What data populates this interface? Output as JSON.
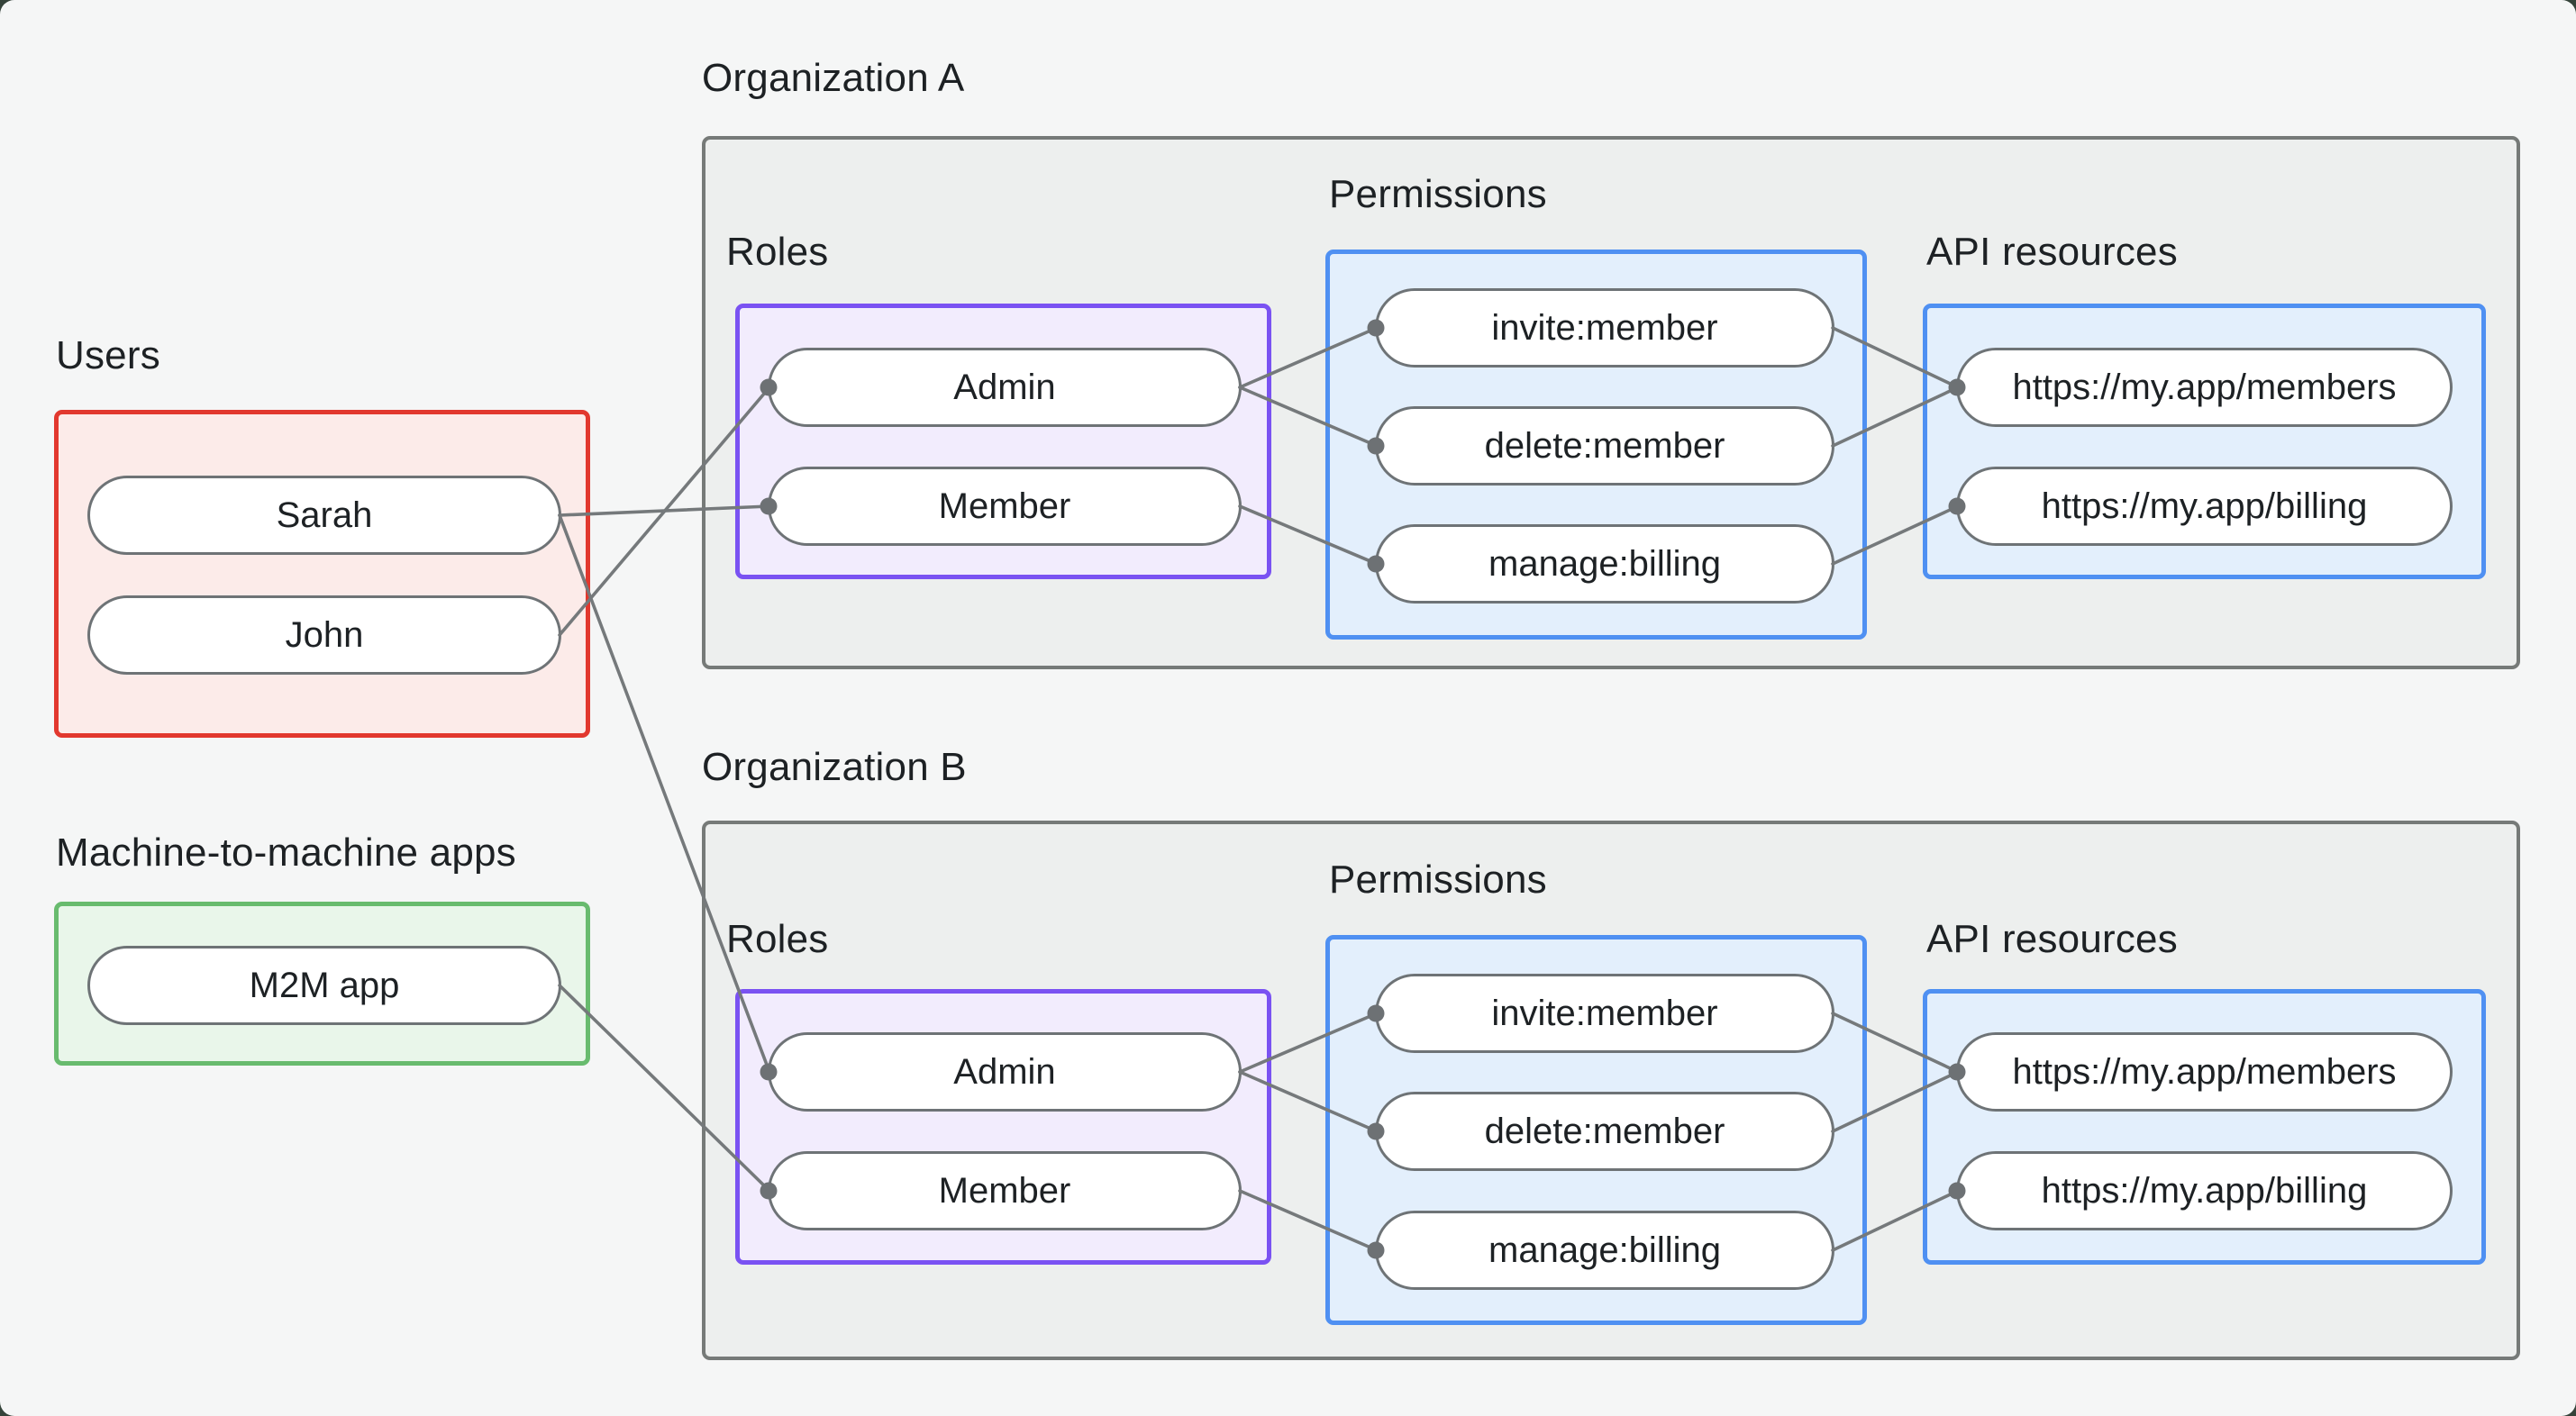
{
  "colors": {
    "bg": "#f5f6f6",
    "outside": "#35433a",
    "text": "#1d2124",
    "org_fill": "#edefee",
    "org_border": "#767a78",
    "users_fill": "#fcebe9",
    "users_border": "#e2382e",
    "m2m_fill": "#e9f6ea",
    "m2m_border": "#68bb6e",
    "roles_fill": "#f2ecfd",
    "roles_border": "#7a52f2",
    "blue_fill": "#e3effc",
    "blue_border": "#4f90f2",
    "node_border": "#6e7376",
    "line": "#75797b",
    "dot": "#6d7174"
  },
  "users_group": {
    "label": "Users",
    "items": [
      {
        "id": "sarah",
        "label": "Sarah"
      },
      {
        "id": "john",
        "label": "John"
      }
    ]
  },
  "m2m_group": {
    "label": "Machine-to-machine apps",
    "items": [
      {
        "id": "m2m",
        "label": "M2M app"
      }
    ]
  },
  "org_a": {
    "label": "Organization A",
    "roles": {
      "label": "Roles",
      "items": [
        {
          "id": "a-admin",
          "label": "Admin"
        },
        {
          "id": "a-member",
          "label": "Member"
        }
      ]
    },
    "permissions": {
      "label": "Permissions",
      "items": [
        {
          "id": "a-invite",
          "label": "invite:member"
        },
        {
          "id": "a-delete",
          "label": "delete:member"
        },
        {
          "id": "a-manage",
          "label": "manage:billing"
        }
      ]
    },
    "api_resources": {
      "label": "API resources",
      "items": [
        {
          "id": "a-members",
          "label": "https://my.app/members"
        },
        {
          "id": "a-billing",
          "label": "https://my.app/billing"
        }
      ]
    }
  },
  "org_b": {
    "label": "Organization B",
    "roles": {
      "label": "Roles",
      "items": [
        {
          "id": "b-admin",
          "label": "Admin"
        },
        {
          "id": "b-member",
          "label": "Member"
        }
      ]
    },
    "permissions": {
      "label": "Permissions",
      "items": [
        {
          "id": "b-invite",
          "label": "invite:member"
        },
        {
          "id": "b-delete",
          "label": "delete:member"
        },
        {
          "id": "b-manage",
          "label": "manage:billing"
        }
      ]
    },
    "api_resources": {
      "label": "API resources",
      "items": [
        {
          "id": "b-members",
          "label": "https://my.app/members"
        },
        {
          "id": "b-billing",
          "label": "https://my.app/billing"
        }
      ]
    }
  },
  "edges": [
    {
      "from": "sarah",
      "to": "a-member"
    },
    {
      "from": "john",
      "to": "a-admin"
    },
    {
      "from": "sarah",
      "to": "b-admin"
    },
    {
      "from": "m2m",
      "to": "b-member"
    },
    {
      "from": "a-admin",
      "to": "a-invite"
    },
    {
      "from": "a-admin",
      "to": "a-delete"
    },
    {
      "from": "a-member",
      "to": "a-manage"
    },
    {
      "from": "a-invite",
      "to": "a-members"
    },
    {
      "from": "a-delete",
      "to": "a-members"
    },
    {
      "from": "a-manage",
      "to": "a-billing"
    },
    {
      "from": "b-admin",
      "to": "b-invite"
    },
    {
      "from": "b-admin",
      "to": "b-delete"
    },
    {
      "from": "b-member",
      "to": "b-manage"
    },
    {
      "from": "b-invite",
      "to": "b-members"
    },
    {
      "from": "b-delete",
      "to": "b-members"
    },
    {
      "from": "b-manage",
      "to": "b-billing"
    }
  ]
}
